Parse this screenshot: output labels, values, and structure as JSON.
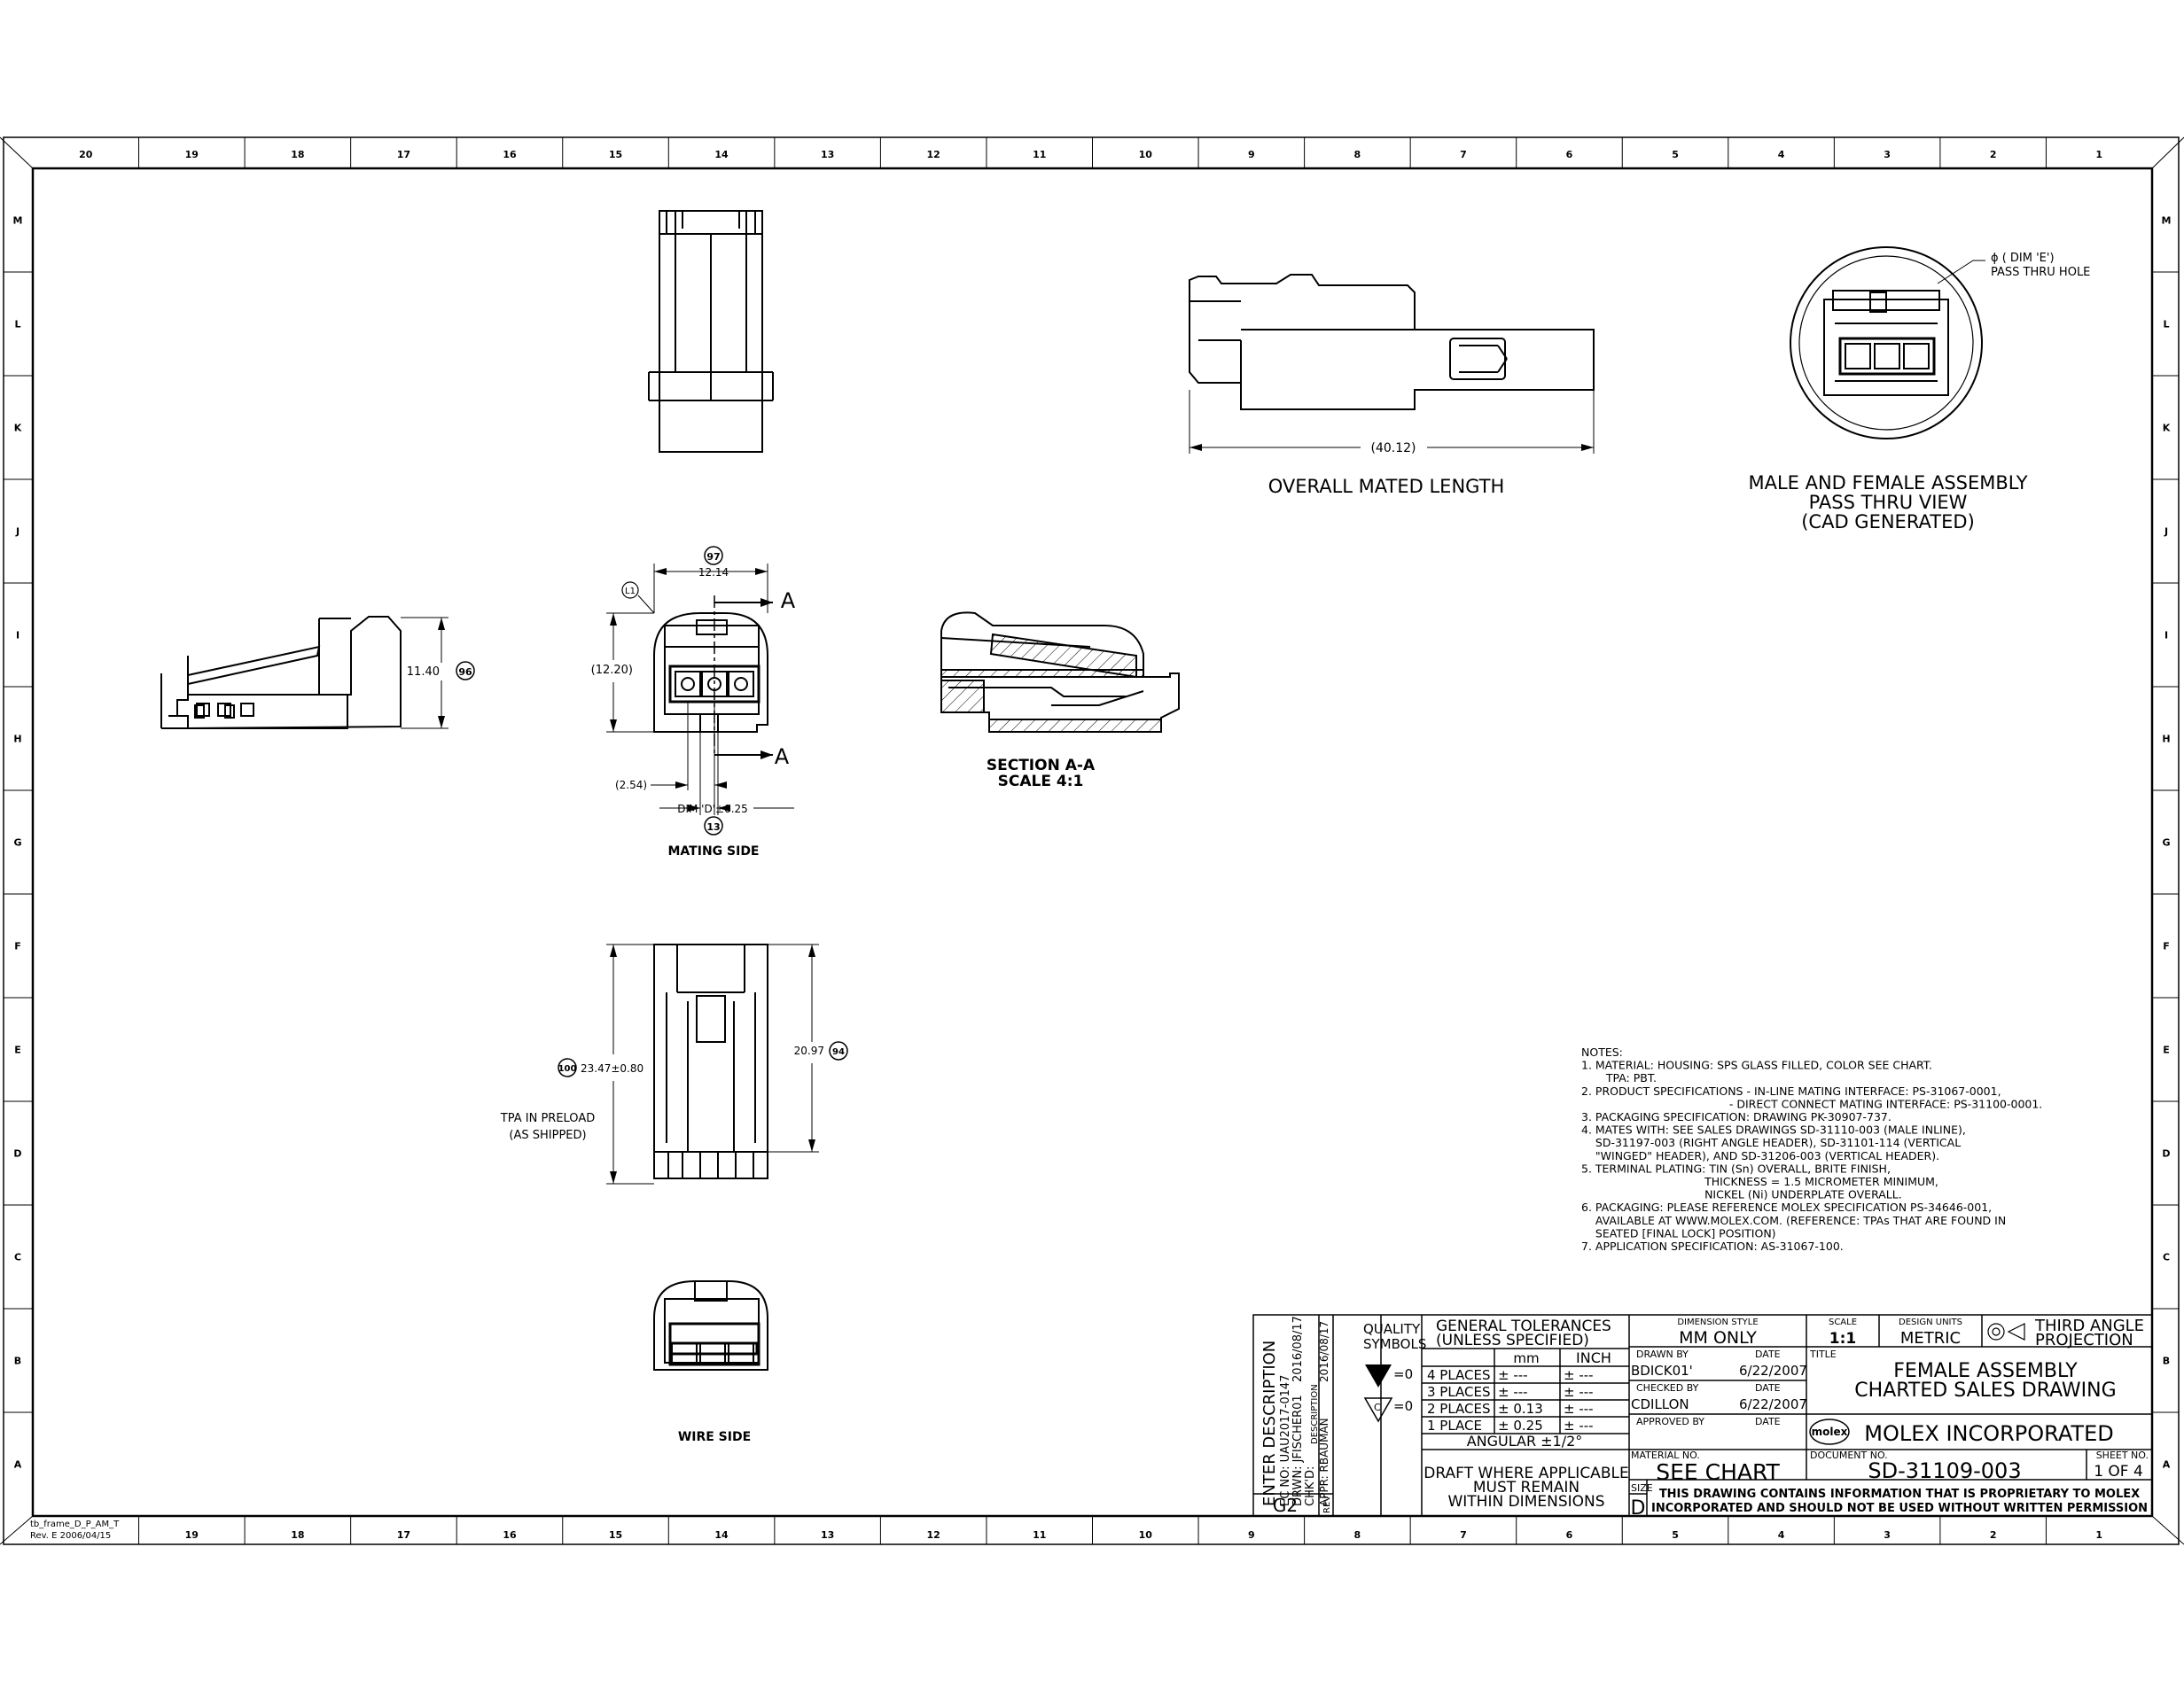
{
  "border": {
    "columns_top": [
      "20",
      "19",
      "18",
      "17",
      "16",
      "15",
      "14",
      "13",
      "12",
      "11",
      "10",
      "9",
      "8",
      "7",
      "6",
      "5",
      "4",
      "3",
      "2",
      "1"
    ],
    "columns_bottom": [
      "19",
      "18",
      "17",
      "16",
      "15",
      "14",
      "13",
      "12",
      "11",
      "10",
      "9",
      "8",
      "7",
      "6",
      "5",
      "4",
      "3",
      "2",
      "1"
    ],
    "rows": [
      "M",
      "L",
      "K",
      "J",
      "I",
      "H",
      "G",
      "F",
      "E",
      "D",
      "C",
      "B",
      "A"
    ],
    "frame_note_1": "tb_frame_D_P_AM_T",
    "frame_note_2": "Rev. E 2006/04/15"
  },
  "views": {
    "overall_mated_length_dim": "(40.12)",
    "overall_mated_length_label": "OVERALL MATED LENGTH",
    "pass_thru_callout_1": "ϕ ( DIM 'E')",
    "pass_thru_callout_2": "PASS THRU HOLE",
    "pass_thru_title_1": "MALE AND FEMALE ASSEMBLY",
    "pass_thru_title_2": "PASS THRU VIEW",
    "pass_thru_title_3": "(CAD GENERATED)",
    "side_height_dim": "11.40",
    "side_height_balloon": "96",
    "mating_width_dim": "12.14",
    "mating_width_balloon": "97",
    "mating_l1": "L1",
    "mating_height_dim": "(12.20)",
    "mating_pitch_dim": "(2.54)",
    "mating_dim_d": "DIM 'D'±0.25",
    "mating_dim_d_balloon": "13",
    "mating_label": "MATING SIDE",
    "section_mark_a": "A",
    "section_label_1": "SECTION A-A",
    "section_label_2": "SCALE 4:1",
    "top_length_balloon": "100",
    "top_length_dim": "23.47±0.80",
    "top_inner_dim": "20.97",
    "top_inner_balloon": "94",
    "tpa_label_1": "TPA IN PRELOAD",
    "tpa_label_2": "(AS SHIPPED)",
    "wire_side_label": "WIRE SIDE"
  },
  "notes": [
    "NOTES:",
    "1. MATERIAL: HOUSING: SPS GLASS FILLED, COLOR SEE CHART.",
    "       TPA: PBT.",
    "2. PRODUCT SPECIFICATIONS - IN-LINE MATING INTERFACE: PS-31067-0001,",
    "                                          - DIRECT CONNECT MATING INTERFACE: PS-31100-0001.",
    "3. PACKAGING SPECIFICATION: DRAWING PK-30907-737.",
    "4. MATES WITH: SEE SALES DRAWINGS SD-31110-003 (MALE INLINE),",
    "    SD-31197-003 (RIGHT ANGLE HEADER), SD-31101-114 (VERTICAL",
    "    \"WINGED\" HEADER), AND SD-31206-003 (VERTICAL HEADER).",
    "5. TERMINAL PLATING: TIN (Sn) OVERALL, BRITE FINISH,",
    "                                   THICKNESS = 1.5 MICROMETER MINIMUM,",
    "                                   NICKEL (Ni) UNDERPLATE OVERALL.",
    "6. PACKAGING: PLEASE REFERENCE MOLEX SPECIFICATION PS-34646-001,",
    "    AVAILABLE AT WWW.MOLEX.COM. (REFERENCE: TPAs THAT ARE FOUND IN",
    "    SEATED [FINAL LOCK] POSITION)",
    "7. APPLICATION SPECIFICATION: AS-31067-100."
  ],
  "title_block": {
    "rev_enter": "ENTER DESCRIPTION",
    "rev_ec": "EC NO: UAU2017-0147",
    "rev_drwn": "DRWN: JFISCHER01",
    "rev_drwn_date": "2016/08/17",
    "rev_chkd": "CHK'D:",
    "rev_appr": "APPR: RBAUMAN",
    "rev_appr_date": "2016/08/17",
    "rev_desc_label": "DESCRIPTION",
    "rev_value": "G2",
    "rev_label": "REV",
    "quality_symbols_1": "QUALITY",
    "quality_symbols_2": "SYMBOLS",
    "quality_eq": "=0",
    "tol_title_1": "GENERAL TOLERANCES",
    "tol_title_2": "(UNLESS SPECIFIED)",
    "tol_mm": "mm",
    "tol_inch": "INCH",
    "tol_rows": [
      {
        "place": "4 PLACES",
        "mm": "± ---",
        "inch": "± ---"
      },
      {
        "place": "3 PLACES",
        "mm": "± ---",
        "inch": "± ---"
      },
      {
        "place": "2 PLACES",
        "mm": "± 0.13",
        "inch": "± ---"
      },
      {
        "place": "1 PLACE",
        "mm": "± 0.25",
        "inch": "± ---"
      }
    ],
    "angular": "ANGULAR ±1/2°",
    "draft_1": "DRAFT WHERE APPLICABLE",
    "draft_2": "MUST REMAIN",
    "draft_3": "WITHIN DIMENSIONS",
    "dim_style_label": "DIMENSION STYLE",
    "dim_style": "MM ONLY",
    "scale_label": "SCALE",
    "scale": "1:1",
    "design_units_label": "DESIGN UNITS",
    "design_units": "METRIC",
    "projection_1": "THIRD ANGLE",
    "projection_2": "PROJECTION",
    "drawn_by_label": "DRAWN BY",
    "drawn_by": "BDICK01'",
    "date_label": "DATE",
    "drawn_date": "6/22/2007",
    "checked_by_label": "CHECKED BY",
    "checked_by": "CDILLON",
    "checked_date": "6/22/2007",
    "approved_by_label": "APPROVED BY",
    "title_label": "TITLE",
    "title_1": "FEMALE ASSEMBLY",
    "title_2": "CHARTED SALES DRAWING",
    "logo": "molex",
    "company": "MOLEX INCORPORATED",
    "material_label": "MATERIAL NO.",
    "material": "SEE CHART",
    "document_label": "DOCUMENT NO.",
    "document": "SD-31109-003",
    "sheet_label": "SHEET NO.",
    "sheet": "1 OF 4",
    "size_label": "SIZE",
    "size": "D",
    "proprietary_1": "THIS DRAWING CONTAINS INFORMATION THAT IS PROPRIETARY TO MOLEX",
    "proprietary_2": "INCORPORATED AND SHOULD NOT BE USED WITHOUT WRITTEN PERMISSION"
  }
}
